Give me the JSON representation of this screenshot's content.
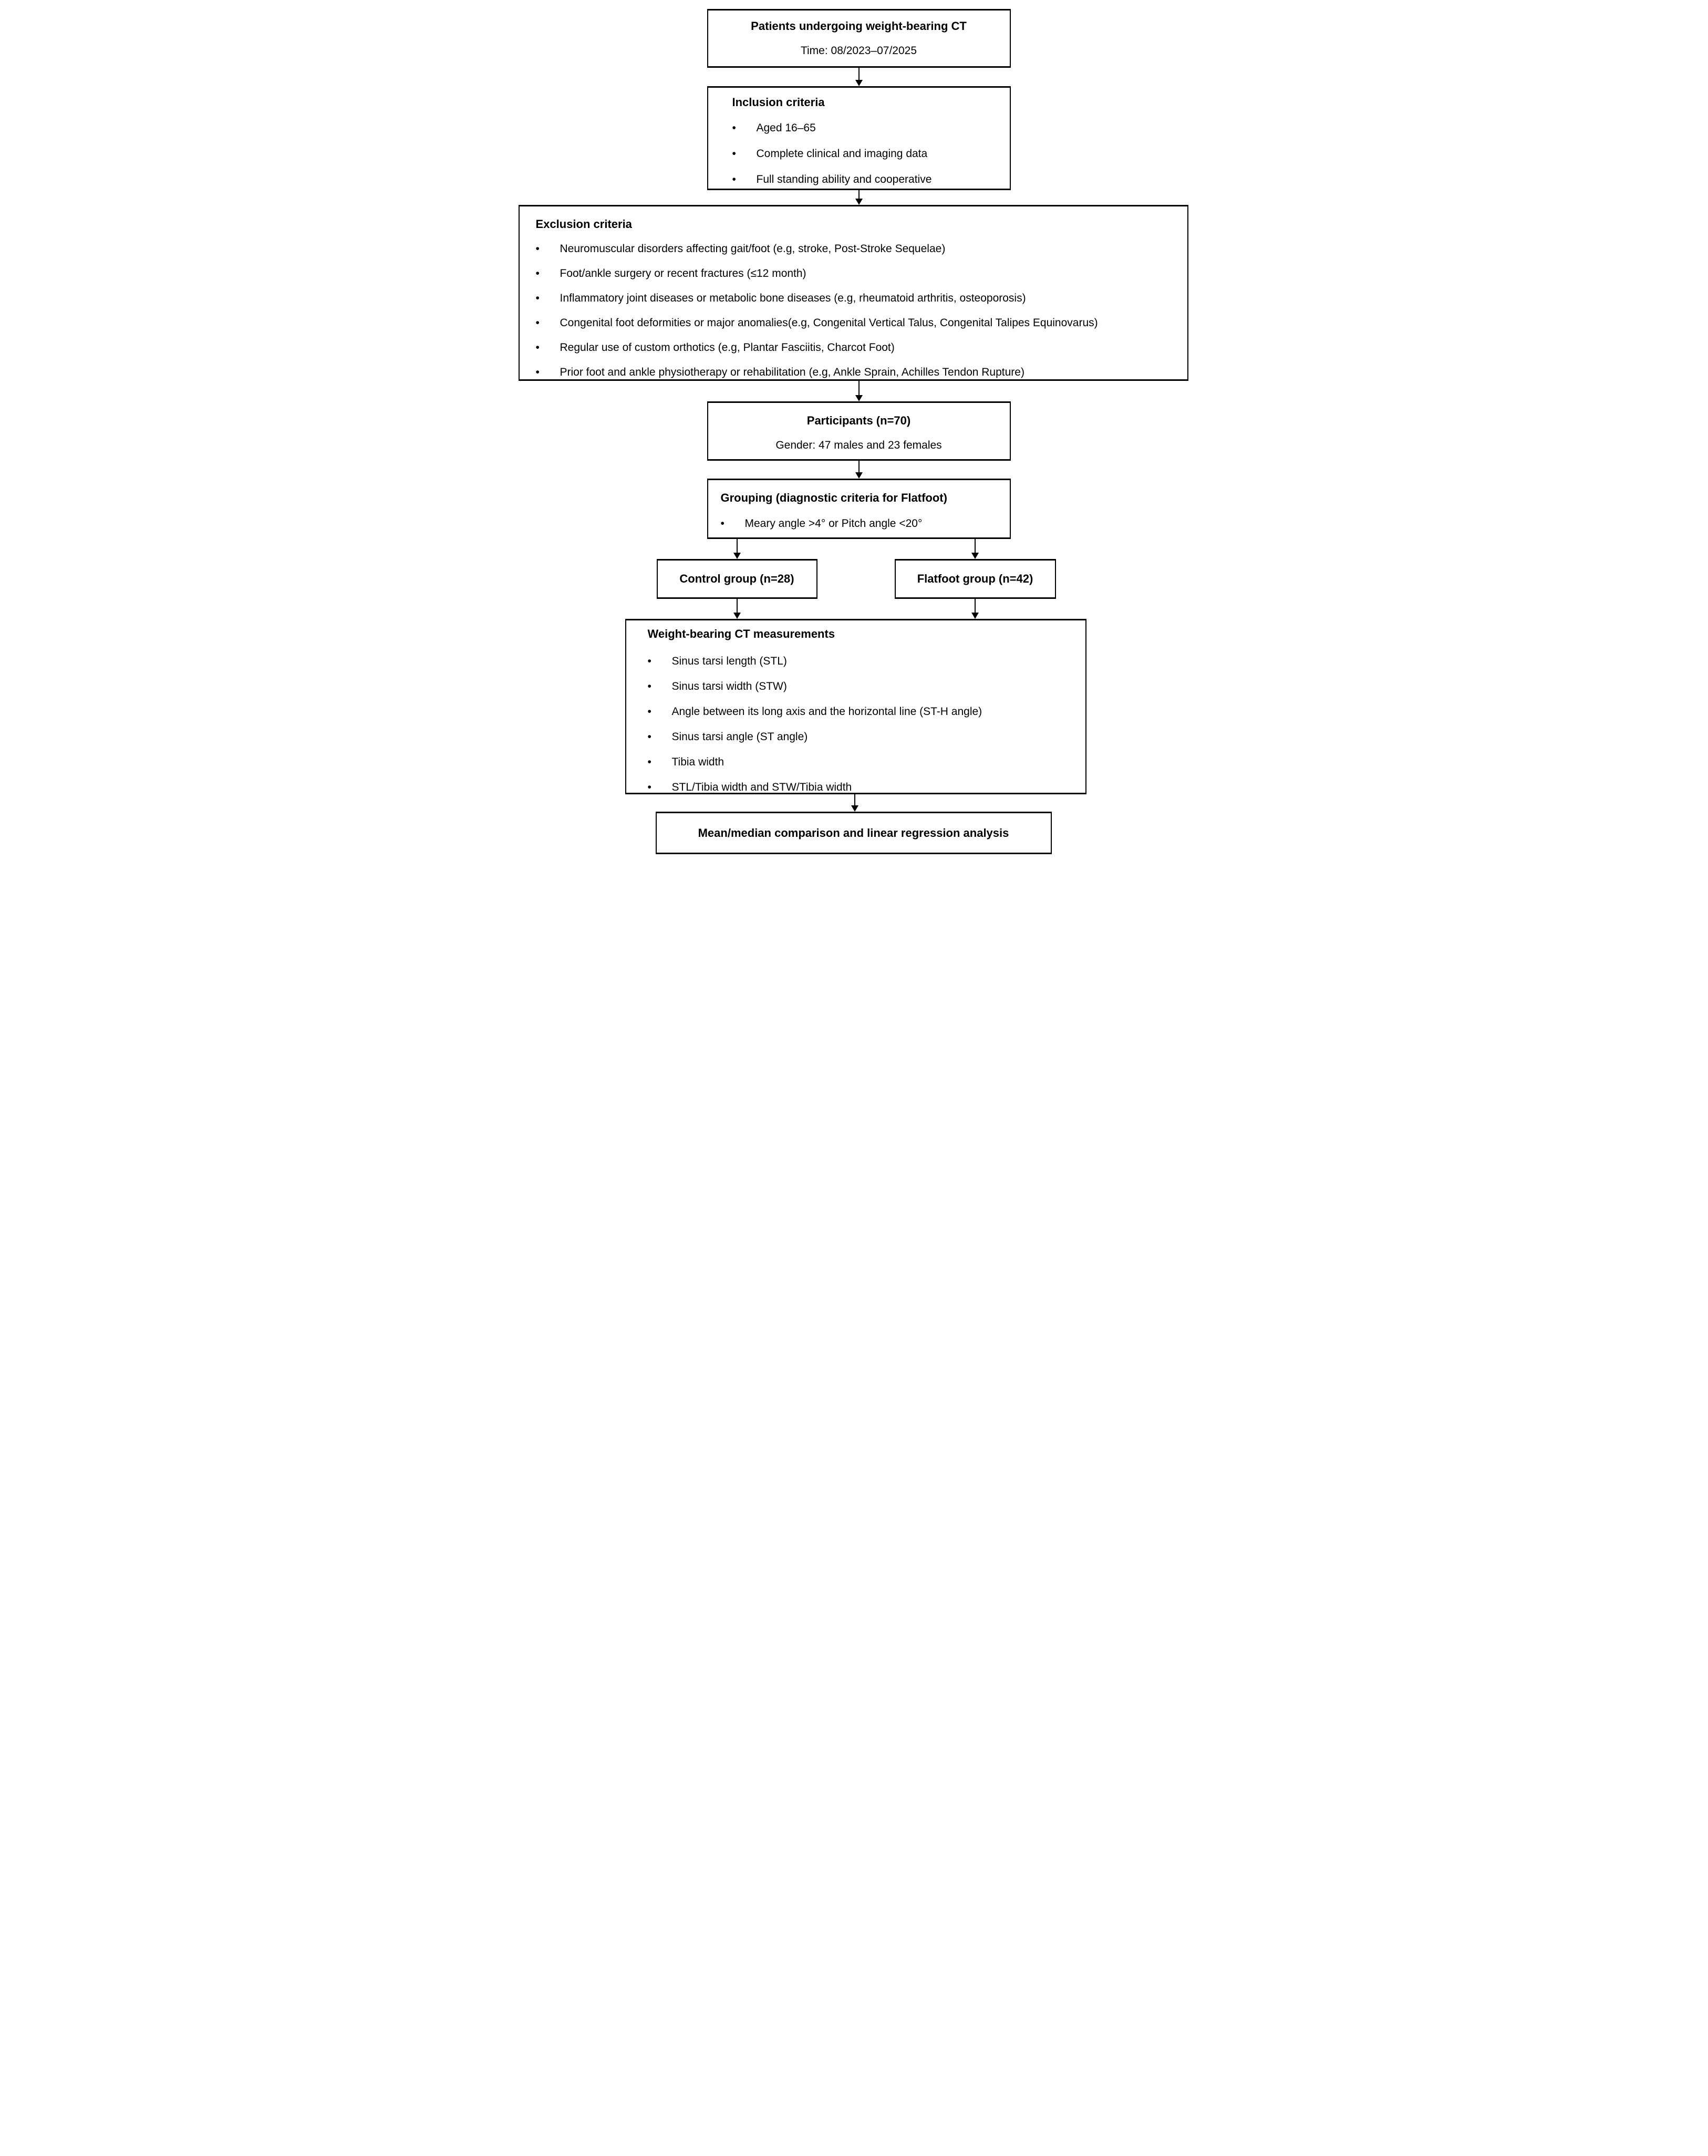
{
  "bullet": "•",
  "colors": {
    "background": "#ffffff",
    "line": "#000000",
    "text": "#000000"
  },
  "boxes": {
    "patients": {
      "title": "Patients undergoing weight-bearing CT",
      "subtitle": "Time: 08/2023–07/2025"
    },
    "inclusion": {
      "title": "Inclusion criteria",
      "items": [
        "Aged 16–65",
        "Complete clinical and imaging data",
        "Full standing ability and cooperative"
      ]
    },
    "exclusion": {
      "title": "Exclusion criteria",
      "items": [
        "Neuromuscular disorders affecting gait/foot (e.g, stroke, Post-Stroke Sequelae)",
        "Foot/ankle surgery or recent fractures (≤12 month)",
        "Inflammatory joint diseases or metabolic bone diseases (e.g, rheumatoid arthritis, osteoporosis)",
        "Congenital foot deformities or major anomalies(e.g, Congenital Vertical Talus, Congenital Talipes Equinovarus)",
        "Regular use of custom orthotics (e.g, Plantar Fasciitis, Charcot Foot)",
        "Prior foot and ankle physiotherapy or rehabilitation (e.g, Ankle Sprain, Achilles Tendon Rupture)"
      ]
    },
    "participants": {
      "title": "Participants (n=70)",
      "subtitle": "Gender: 47 males and 23 females"
    },
    "grouping": {
      "title": "Grouping (diagnostic criteria for Flatfoot)",
      "items": [
        "Meary angle >4° or Pitch angle <20°"
      ]
    },
    "control": {
      "title": "Control group (n=28)"
    },
    "flatfoot": {
      "title": "Flatfoot group (n=42)"
    },
    "measurements": {
      "title": "Weight-bearing CT measurements",
      "items": [
        "Sinus tarsi length (STL)",
        "Sinus tarsi width (STW)",
        "Angle between its long axis and the horizontal line (ST-H angle)",
        "Sinus tarsi angle (ST angle)",
        "Tibia width",
        "STL/Tibia width and STW/Tibia width"
      ]
    },
    "analysis": {
      "title": "Mean/median comparison and linear regression analysis"
    }
  }
}
